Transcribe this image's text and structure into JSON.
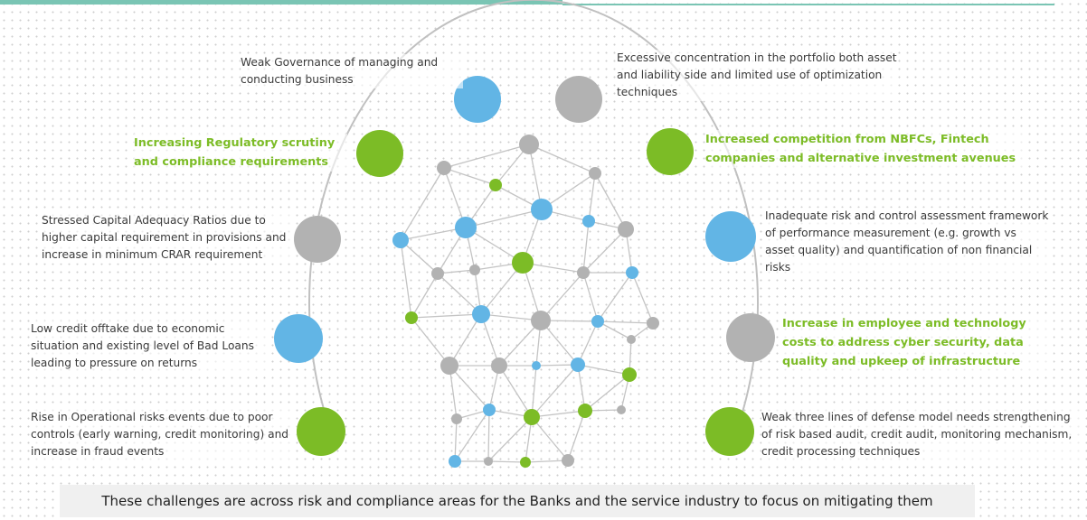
{
  "challenges": [
    {
      "id": "weak-governance",
      "text": "Weak Governance of managing and conducting business"
    },
    {
      "id": "excessive-concentration",
      "text": "Excessive concentration in the portfolio both asset and liability side and limited use of optimization techniques"
    },
    {
      "id": "regulatory-scrutiny",
      "text": "Increasing Regulatory scrutiny and compliance requirements"
    },
    {
      "id": "nbfc-competition",
      "text": "Increased competition from NBFCs, Fintech companies and alternative investment avenues"
    },
    {
      "id": "stressed-capital",
      "text": "Stressed Capital Adequacy Ratios due to higher capital requirement in provisions and increase in minimum CRAR requirement"
    },
    {
      "id": "inadequate-risk",
      "text": "Inadequate risk and control assessment framework of performance measurement (e.g. growth vs asset quality) and quantification of non financial risks"
    },
    {
      "id": "low-credit",
      "text": "Low credit offtake due to economic situation and existing level of Bad Loans leading to pressure on returns"
    },
    {
      "id": "employee-tech-costs",
      "text": "Increase in employee and technology costs to address cyber security, data quality and upkeep of infrastructure"
    },
    {
      "id": "operational-risks",
      "text": "Rise in Operational risks events due to poor controls (early warning, credit monitoring) and increase in fraud events"
    },
    {
      "id": "three-lines",
      "text": "Weak three lines of defense model needs strengthening of risk based audit, credit audit, monitoring mechanism, credit processing techniques"
    }
  ],
  "footer": "These challenges are across risk and compliance areas for the Banks and the service industry to focus on mitigating them",
  "colors": {
    "blue": "#62b5e5",
    "gray": "#b2b2b2",
    "green": "#7cbc26",
    "teal_bar": "#7ac5b4",
    "arc": "#c0c0c0"
  },
  "circle_colors": [
    "blue",
    "gray",
    "green",
    "green",
    "gray",
    "blue",
    "blue",
    "gray",
    "green",
    "green"
  ]
}
